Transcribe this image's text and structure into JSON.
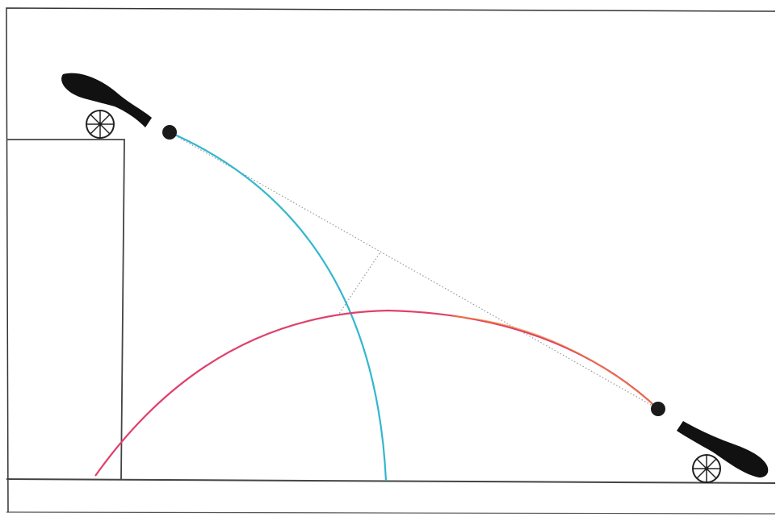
{
  "scene": {
    "background": "#ffffff",
    "frame_color": "#333333",
    "ground_color": "#444444",
    "cliff_color": "#444444",
    "cannon_color": "#111111",
    "ball_color": "#1a1a1a",
    "wheel_color": "#222222"
  },
  "trajectories": {
    "falling_path_color": "#33b7cf",
    "launched_path_color": "#e0406a",
    "launched_path_tail_color": "#f08a30",
    "line_of_sight_color": "#999999",
    "perpendicular_color": "#999999",
    "line_of_sight_style": "dotted"
  },
  "objects": {
    "upper_cannon": "cannon-on-cliff",
    "lower_cannon": "cannon-on-ground",
    "upper_ball": "cannonball",
    "lower_ball": "cannonball"
  }
}
